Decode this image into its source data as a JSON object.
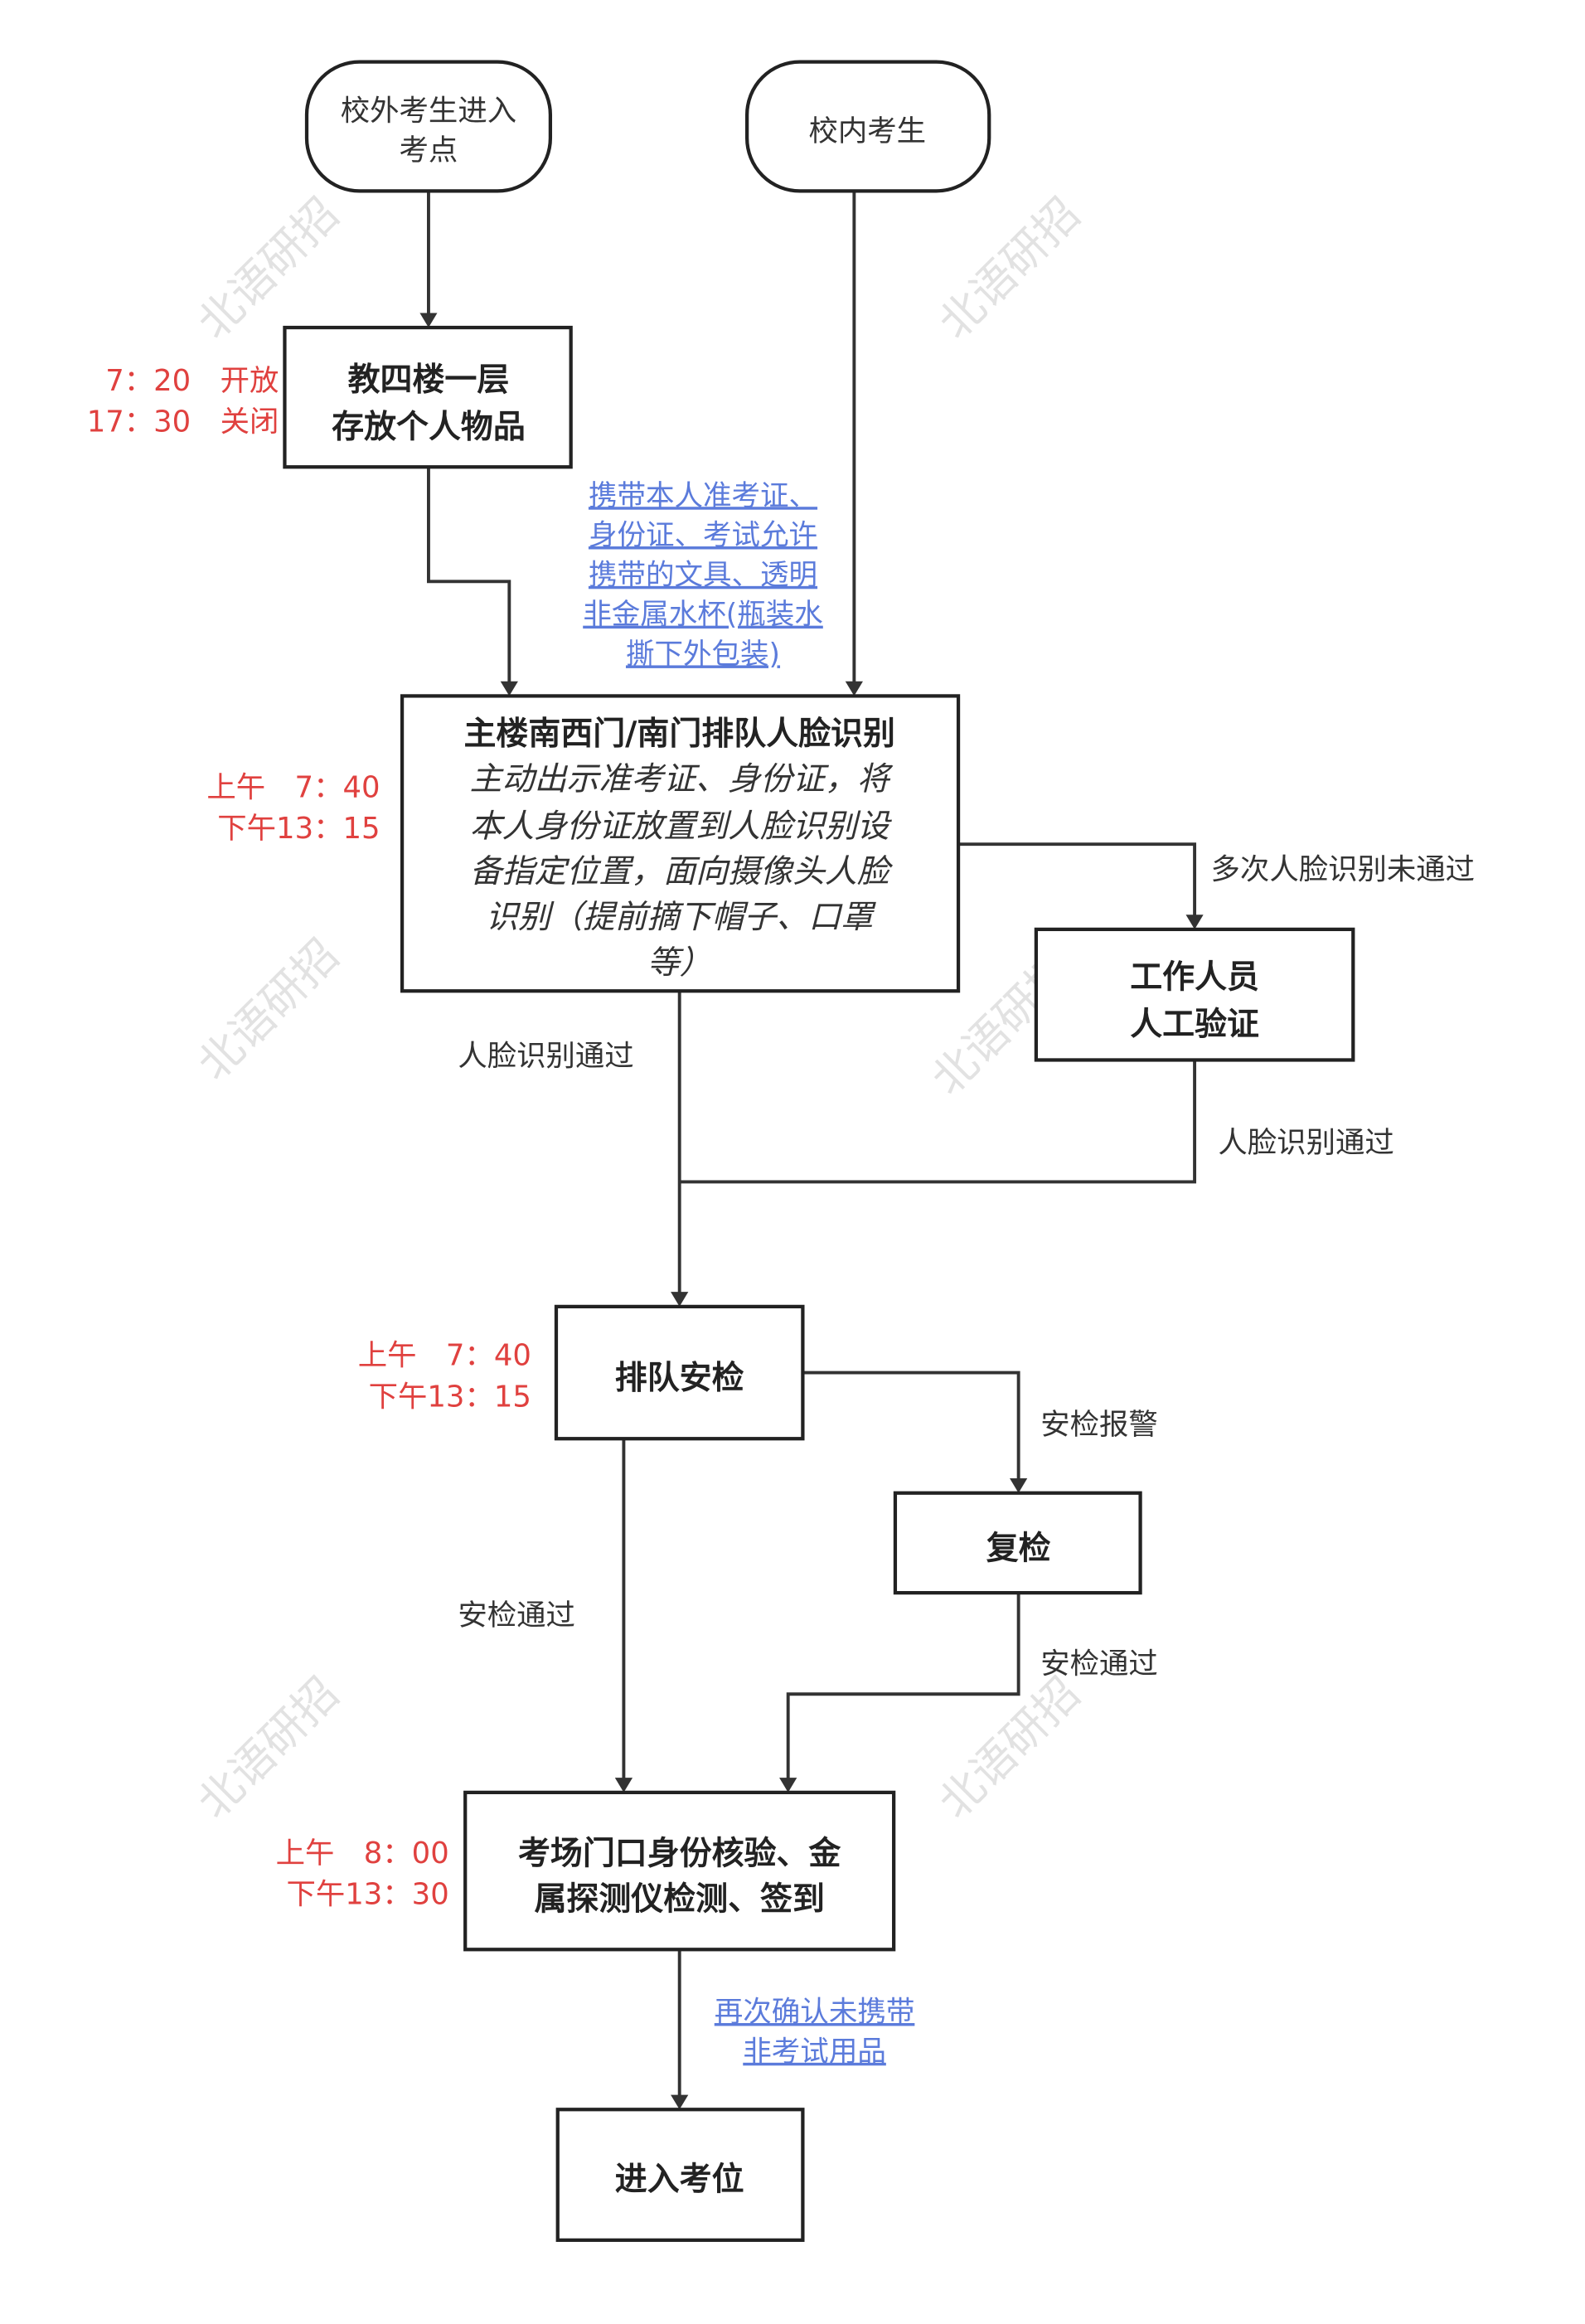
{
  "nodes": {
    "start_outside": {
      "lines": [
        "校外考生进入",
        "考点"
      ]
    },
    "start_inside": {
      "lines": [
        "校内考生"
      ]
    },
    "storage": {
      "lines": [
        "教四楼一层",
        "存放个人物品"
      ],
      "time": [
        "7：20　开放",
        "17：30　关闭"
      ]
    },
    "face_id": {
      "title": "主楼南西门/南门排队人脸识别",
      "lines": [
        "主动出示准考证、身份证，将",
        "本人身份证放置到人脸识别设",
        "备指定位置，面向摄像头人脸",
        "识别（提前摘下帽子、口罩",
        "等）"
      ],
      "time": [
        "上午　7：40",
        "下午13：15"
      ]
    },
    "manual": {
      "lines": [
        "工作人员",
        "人工验证"
      ]
    },
    "security": {
      "lines": [
        "排队安检"
      ],
      "time": [
        "上午　7：40",
        "下午13：15"
      ]
    },
    "recheck": {
      "lines": [
        "复检"
      ]
    },
    "gate": {
      "lines": [
        "考场门口身份核验、金",
        "属探测仪检测、签到"
      ],
      "time": [
        "上午　8：00",
        "下午13：30"
      ]
    },
    "seat": {
      "lines": [
        "进入考位"
      ]
    }
  },
  "edges": {
    "carry_note": [
      "携带本人准考证、",
      "身份证、考试允许",
      "携带的文具、透明",
      "非金属水杯(瓶装水",
      "撕下外包装)"
    ],
    "face_fail": "多次人脸识别未通过",
    "face_pass": "人脸识别通过",
    "manual_pass": "人脸识别通过",
    "alarm": "安检报警",
    "security_pass": "安检通过",
    "recheck_pass": "安检通过",
    "confirm_note": [
      "再次确认未携带",
      "非考试用品"
    ]
  },
  "watermark": "北语研招",
  "colors": {
    "time": "#e0413f",
    "link": "#5b7bdb",
    "stroke": "#222222"
  }
}
